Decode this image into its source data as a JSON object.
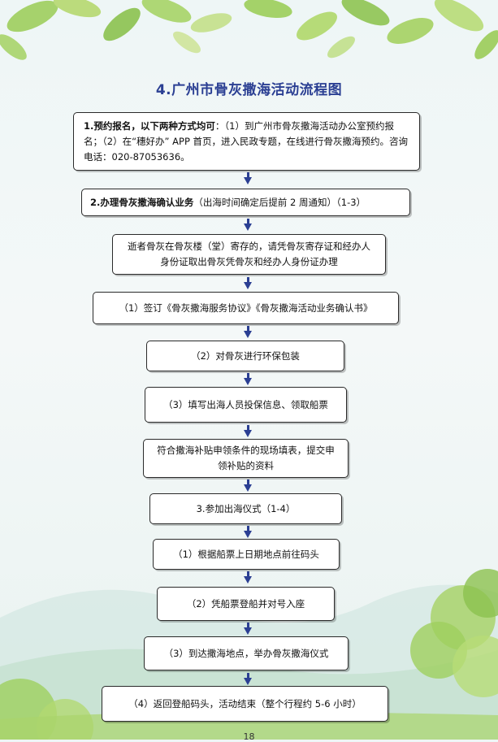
{
  "title": "4.广州市骨灰撒海活动流程图",
  "steps": [
    {
      "bold": "1.预约报名，以下两种方式均可",
      "text": "：（1）到广州市骨灰撒海活动办公室预约报名；（2）在“穗好办” APP 首页，进入民政专题，在线进行骨灰撒海预约。咨询电话：020-87053636。"
    },
    {
      "bold": "2.办理骨灰撒海确认业务",
      "text": "（出海时间确定后提前 2 周通知）（1-3）"
    },
    {
      "bold": "",
      "text": "逝者骨灰在骨灰楼（堂）寄存的，请凭骨灰寄存证和经办人身份证取出骨灰凭骨灰和经办人身份证办理"
    },
    {
      "bold": "",
      "text": "（1）签订《骨灰撒海服务协议》《骨灰撒海活动业务确认书》"
    },
    {
      "bold": "",
      "text": "（2）对骨灰进行环保包装"
    },
    {
      "bold": "",
      "text": "（3）填写出海人员投保信息、领取船票"
    },
    {
      "bold": "",
      "text": "符合撒海补贴申领条件的现场填表，提交申领补贴的资料"
    },
    {
      "bold": "",
      "text": "3.参加出海仪式（1-4）"
    },
    {
      "bold": "",
      "text": "（1）根据船票上日期地点前往码头"
    },
    {
      "bold": "",
      "text": "（2）凭船票登船并对号入座"
    },
    {
      "bold": "",
      "text": "（3）到达撒海地点，举办骨灰撒海仪式"
    },
    {
      "bold": "",
      "text": "（4）返回登船码头，活动结束（整个行程约 5-6 小时）"
    }
  ],
  "page_number": "18"
}
